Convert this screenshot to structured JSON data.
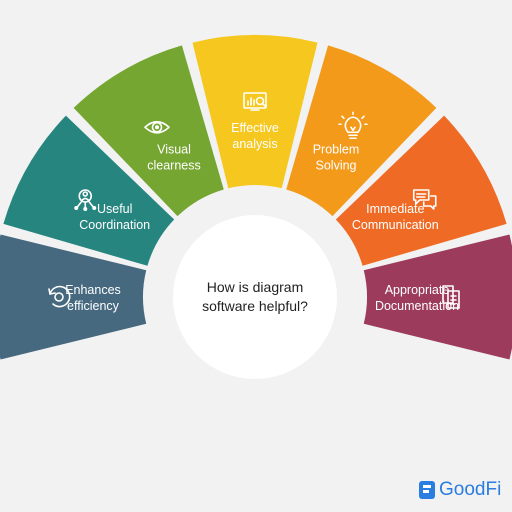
{
  "center": {
    "line1": "How is diagram",
    "line2": "software helpful?"
  },
  "segments": [
    {
      "id": "efficiency",
      "line1": "Enhances",
      "line2": "efficiency",
      "color": "#46697f",
      "icon": "refresh-gear-icon"
    },
    {
      "id": "coordination",
      "line1": "Useful",
      "line2": "Coordination",
      "color": "#27857f",
      "icon": "people-network-icon"
    },
    {
      "id": "clearness",
      "line1": "Visual",
      "line2": "clearness",
      "color": "#75a631",
      "icon": "eye-icon"
    },
    {
      "id": "analysis",
      "line1": "Effective",
      "line2": "analysis",
      "color": "#f5c71f",
      "icon": "chart-magnifier-icon"
    },
    {
      "id": "solving",
      "line1": "Problem",
      "line2": "Solving",
      "color": "#f39a1b",
      "icon": "lightbulb-icon"
    },
    {
      "id": "communication",
      "line1": "Immediate",
      "line2": "Communication",
      "color": "#ef6a24",
      "icon": "chat-bubbles-icon"
    },
    {
      "id": "documentation",
      "line1": "Appropriate",
      "line2": "Documentation",
      "color": "#9c3b5b",
      "icon": "documents-icon"
    }
  ],
  "brand": {
    "text": "GoodFi",
    "color": "#2a7de1"
  }
}
